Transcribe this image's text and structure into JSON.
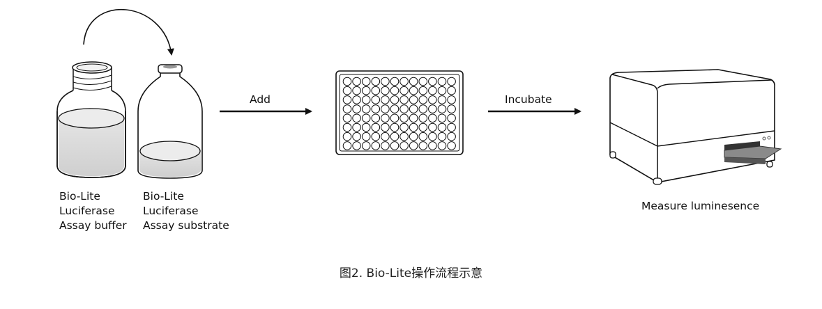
{
  "bottles": [
    {
      "name": "buffer",
      "lines": [
        "Bio-Lite",
        "Luciferase",
        "Assay buffer"
      ]
    },
    {
      "name": "substrate",
      "lines": [
        "Bio-Lite",
        "Luciferase",
        "Assay substrate"
      ]
    }
  ],
  "steps": [
    {
      "label": "Add"
    },
    {
      "label": "Incubate"
    }
  ],
  "plate": {
    "rows": 8,
    "columns": 12
  },
  "reader": {
    "label": "Measure luminesence"
  },
  "caption": "图2. Bio-Lite操作流程示意"
}
